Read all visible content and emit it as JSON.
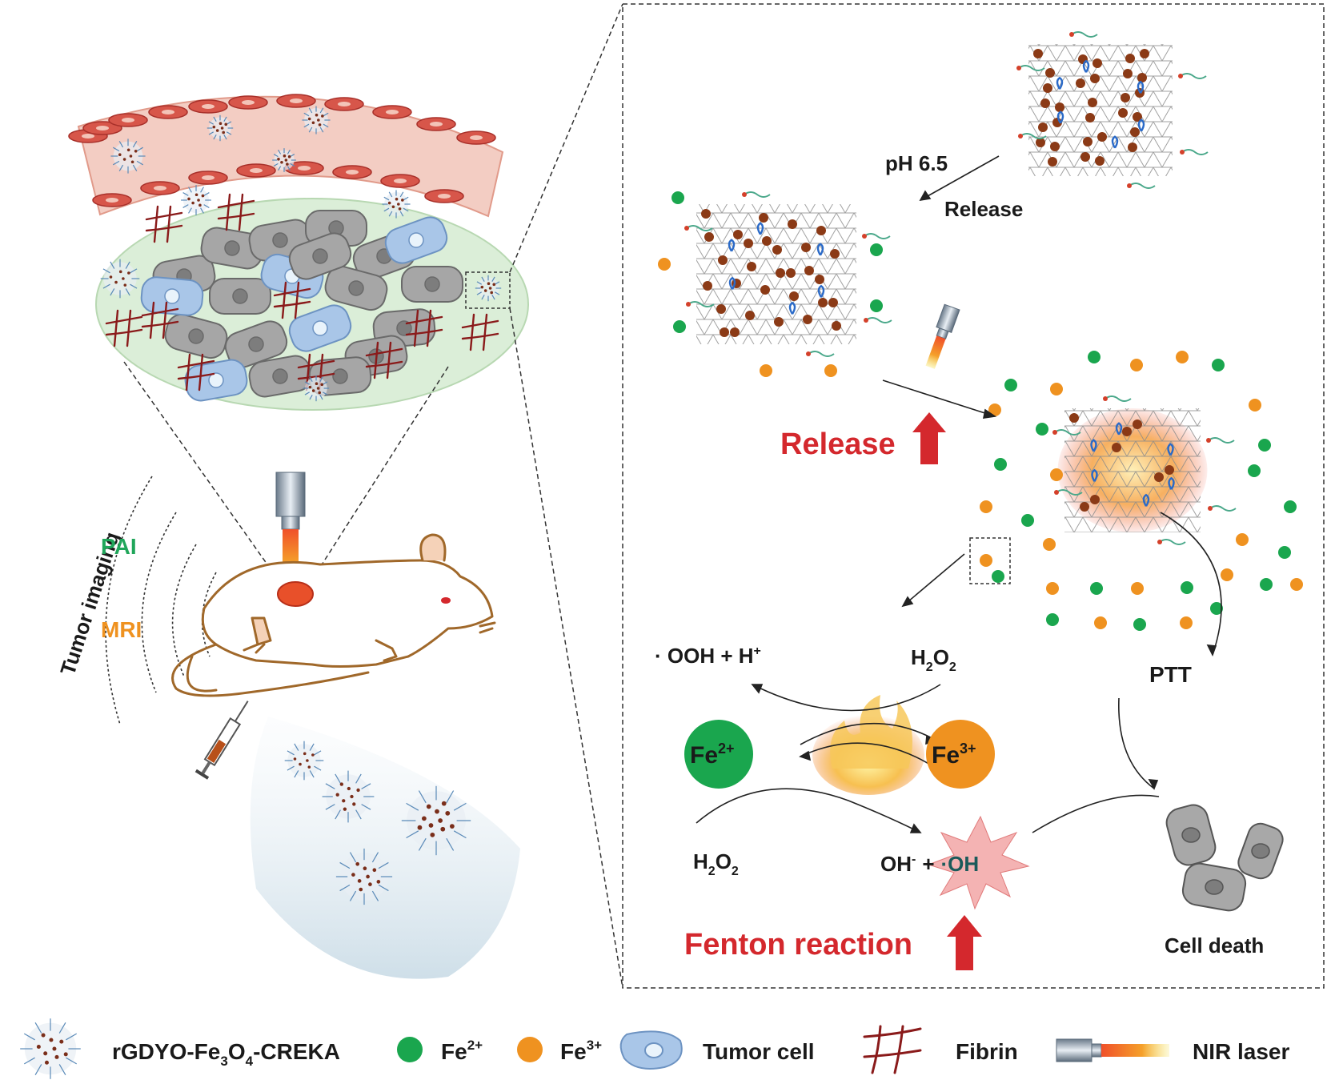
{
  "colors": {
    "fe2": "#1aa64e",
    "fe3": "#ef9220",
    "red_label": "#d4282d",
    "green_label": "#20a65a",
    "orange_label": "#ef9220",
    "nanoparticle": "#7a2e1a",
    "fibrin": "#8a1a1a",
    "tumor_cell": "#a9c6e8",
    "vessel": "#f1c7bd"
  },
  "left": {
    "tumor_imaging": "Tumor imaging",
    "pai": "PAI",
    "mri": "MRI"
  },
  "right": {
    "ph_label": "pH 6.5",
    "release_small": "Release",
    "release_big": "Release",
    "ooh": "· OOH + H",
    "ooh_sup": "+",
    "h2o2_top": "H",
    "h2o2_top_sub1": "2",
    "h2o2_top_o": "O",
    "h2o2_top_sub2": "2",
    "fe2_circle": "Fe",
    "fe2_sup": "2+",
    "fe3_circle": "Fe",
    "fe3_sup": "3+",
    "h2o2_bottom": "H",
    "h2o2_bottom_sub1": "2",
    "h2o2_bottom_o": "O",
    "h2o2_bottom_sub2": "2",
    "oh_minus": "OH",
    "oh_minus_sup": "-",
    "oh_plus": "+",
    "oh_radical": "·OH",
    "fenton": "Fenton reaction",
    "ptt": "PTT",
    "cell_death": "Cell death"
  },
  "legend": {
    "nano_prefix": "rGDYO-Fe",
    "nano_sub1": "3",
    "nano_o": "O",
    "nano_sub2": "4",
    "nano_suffix": "-CREKA",
    "fe2": "Fe",
    "fe2_sup": "2+",
    "fe3": "Fe",
    "fe3_sup": "3+",
    "tumor_cell": "Tumor cell",
    "fibrin": "Fibrin",
    "nir_laser": "NIR laser"
  },
  "icons": [
    "nanoparticle-icon",
    "fe2-ion-icon",
    "fe3-ion-icon",
    "tumor-cell-icon",
    "fibrin-icon",
    "nir-laser-icon",
    "mouse-icon",
    "syringe-icon",
    "flame-icon",
    "dead-cell-icon"
  ]
}
